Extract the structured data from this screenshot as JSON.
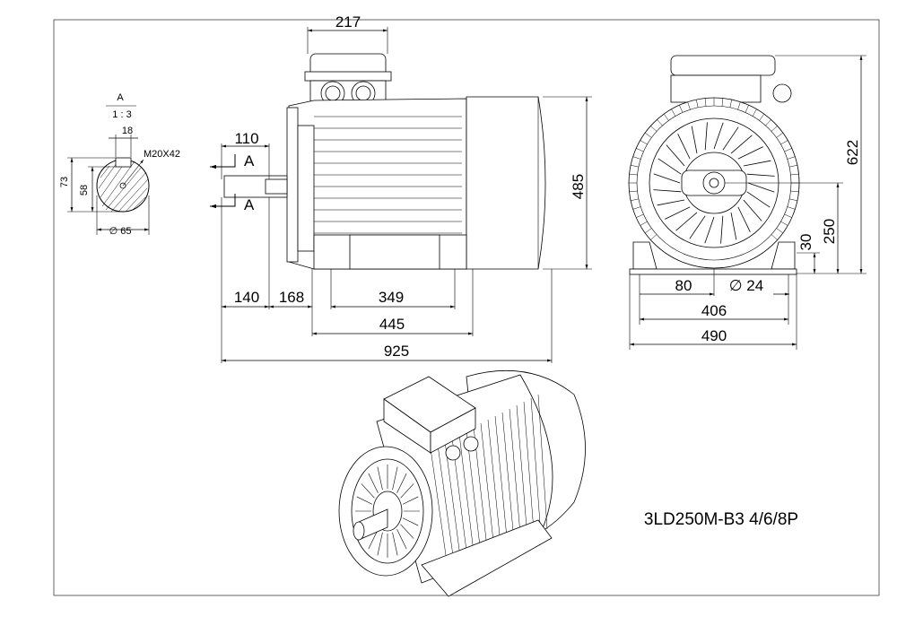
{
  "model": "3LD250M-B3 4/6/8P",
  "section": {
    "label": "A",
    "scale": "1 : 3",
    "key_width": "18",
    "thread": "M20X42",
    "height_overall": "73",
    "height_key": "58",
    "shaft_diameter": "∅ 65"
  },
  "side_view": {
    "terminal_box_width": "217",
    "shaft_length": "110",
    "section_mark_top": "A",
    "section_mark_bottom": "A",
    "overall_height": "485",
    "dims_row1": [
      "140",
      "168",
      "349"
    ],
    "foot_length": "445",
    "overall_length": "925"
  },
  "end_view": {
    "overall_height": "622",
    "shaft_height": "250",
    "foot_height": "30",
    "foot_offset": "80",
    "hole_diameter": "∅ 24",
    "foot_centers": "406",
    "overall_width": "490"
  }
}
